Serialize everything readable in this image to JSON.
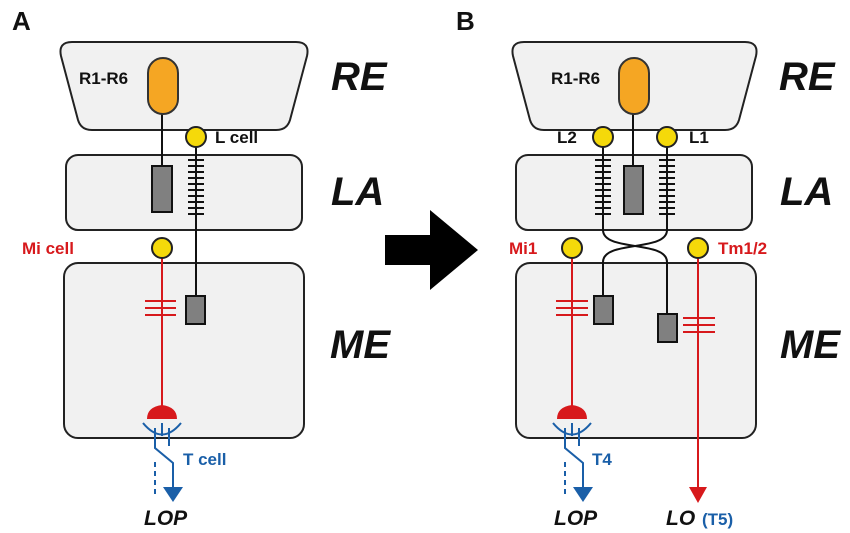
{
  "panels": {
    "a": "A",
    "b": "B"
  },
  "regions": {
    "re": "RE",
    "la": "LA",
    "me": "ME"
  },
  "panel_a": {
    "photoreceptor": "R1-R6",
    "l_cell": "L cell",
    "mi_cell": "Mi cell",
    "t_cell": "T cell",
    "output": "LOP"
  },
  "panel_b": {
    "photoreceptor": "R1-R6",
    "l2": "L2",
    "l1": "L1",
    "mi1": "Mi1",
    "tm": "Tm1/2",
    "t4": "T4",
    "output_lop": "LOP",
    "output_lo": "LO",
    "output_lo_note": "(T5)"
  },
  "colors": {
    "red": "#d7191c",
    "blue": "#1a5fa8",
    "yellow": "#f5d90a",
    "orange": "#f5a623",
    "gray": "#808080"
  }
}
